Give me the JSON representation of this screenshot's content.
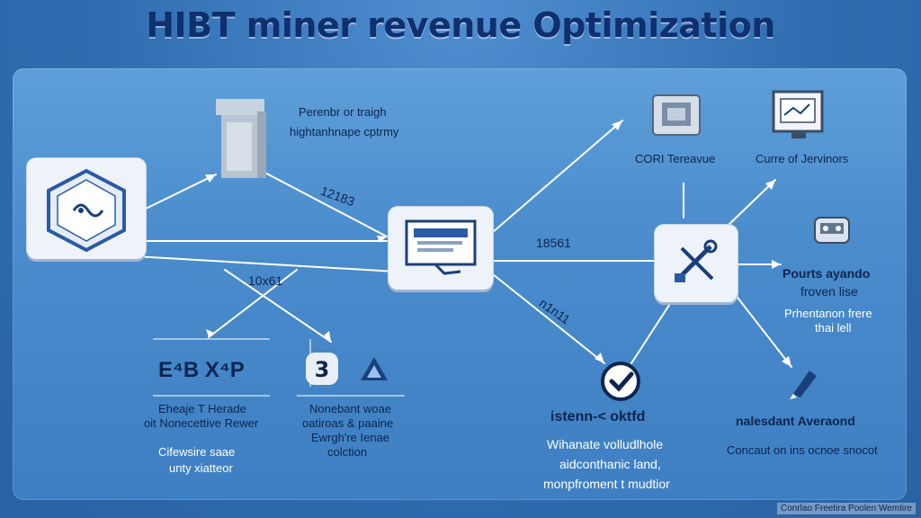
{
  "title": "HIBT miner revenue Optimization",
  "labels": {
    "top_caption_1": "Perenbr or traigh",
    "top_caption_2": "hightanhnape cptrmy",
    "edge_1": "12183",
    "edge_2": "10x61",
    "edge_3": "18561",
    "edge_4": "n1n11",
    "icon_1": "CORI Tereavue",
    "icon_2": "Curre of Jervinors",
    "right_1": "Pourts ayando",
    "right_2": "froven lise",
    "right_3": "Prhentanon frere",
    "right_4": "thai lell",
    "bl_big": "E⁴B X⁴P",
    "bl_1": "Eheaje T Herade",
    "bl_2": "oit Nonecettive Rewer",
    "bl_3": "Cifewsire saae",
    "bl_4": "unty xiatteor",
    "bm_1": "Nonebant woae",
    "bm_2": "oatiroas & paaine",
    "bm_3": "Ewrgh're Ienae",
    "bm_4": "colction",
    "bc_1": "istenn-< oktfd",
    "bc_2": "Wihanate volludlhole",
    "bc_3": "aidconthanic land,",
    "bc_4": "monpfroment t mudtior",
    "br_1": "nalesdant Averaond",
    "br_2": "Concaut on ins ocnoe snocot"
  },
  "footer": "Conrlao Freetira Poolen Wemtire",
  "colors": {
    "accent_dark": "#0f2f6e",
    "line": "#ffffff",
    "node": "#eef3f9"
  }
}
